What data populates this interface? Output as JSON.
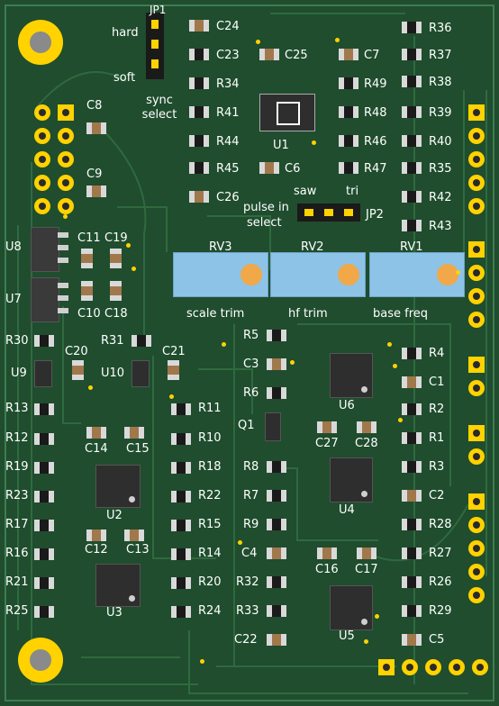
{
  "board": {
    "silkscreen": {
      "jp1": "JP1",
      "jp1_hard": "hard",
      "jp1_soft": "soft",
      "jp1_caption": "sync\nselect",
      "jp2": "JP2",
      "jp2_saw": "saw",
      "jp2_tri": "tri",
      "jp2_caption_1": "pulse in",
      "jp2_caption_2": "select",
      "pots": [
        {
          "ref": "RV3",
          "caption": "scale trim"
        },
        {
          "ref": "RV2",
          "caption": "hf trim"
        },
        {
          "ref": "RV1",
          "caption": "base freq"
        }
      ],
      "ics": {
        "u1": "U1",
        "u2": "U2",
        "u3": "U3",
        "u4": "U4",
        "u5": "U5",
        "u6": "U6",
        "u7": "U7",
        "u8": "U8",
        "u9": "U9",
        "u10": "U10",
        "q1": "Q1"
      },
      "top_col": [
        "C24",
        "C23",
        "R34",
        "R41",
        "R44",
        "R45",
        "C26"
      ],
      "c25": "C25",
      "c6": "C6",
      "c7": "C7",
      "mid_col": [
        "R49",
        "R48",
        "R46",
        "R47"
      ],
      "right_col": [
        "R36",
        "R37",
        "R38",
        "R39",
        "R40",
        "R35",
        "R42",
        "R43"
      ],
      "left_caps": [
        "C8",
        "C9",
        "C11",
        "C19",
        "C10",
        "C18",
        "C20",
        "C21"
      ],
      "left_res_top": [
        "R30",
        "R31"
      ],
      "left_col_a": [
        "R13",
        "R12",
        "R19",
        "R23",
        "R17",
        "R16",
        "R21",
        "R25"
      ],
      "left_col_b": [
        "R11",
        "R10",
        "R18",
        "R22",
        "R15",
        "R14",
        "R20",
        "R24"
      ],
      "u2_caps": [
        "C14",
        "C15"
      ],
      "u3_caps": [
        "C12",
        "C13"
      ],
      "center_col": [
        "R5",
        "C3",
        "R6",
        "R8",
        "R7",
        "R9",
        "C4",
        "R32",
        "R33",
        "C22"
      ],
      "u6_caps": [
        "C27",
        "C28"
      ],
      "u5_caps": [
        "C16",
        "C17"
      ],
      "right_lower": [
        "R4",
        "C1",
        "R2",
        "R1",
        "R3",
        "C2",
        "R28",
        "R27",
        "R26",
        "R29",
        "C5"
      ]
    }
  }
}
